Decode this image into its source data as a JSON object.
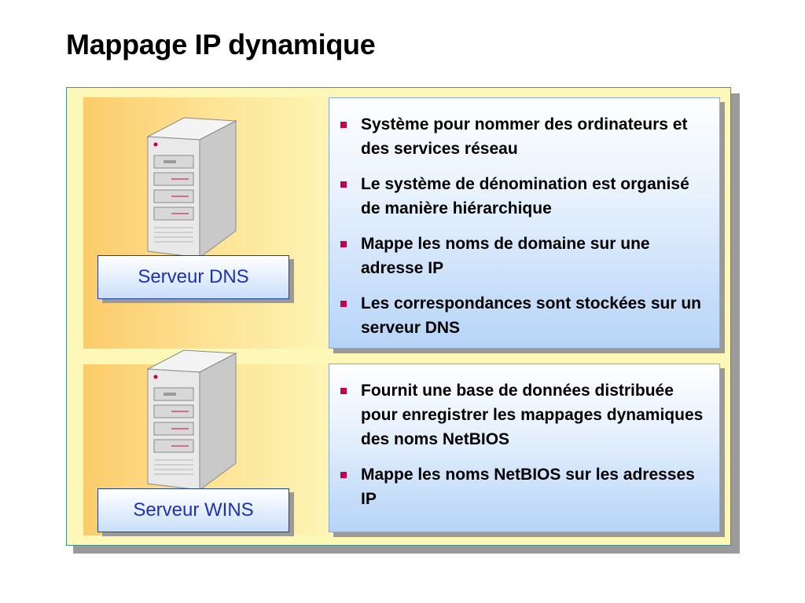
{
  "title": "Mappage IP dynamique",
  "dns": {
    "label": "Serveur DNS",
    "icon": "server-tower-icon",
    "bullets": [
      "Système pour nommer des ordinateurs et des services réseau",
      "Le système de dénomination est organisé de manière hiérarchique",
      "Mappe les noms de domaine sur une adresse IP",
      "Les correspondances sont stockées sur un serveur DNS"
    ]
  },
  "wins": {
    "label": "Serveur WINS",
    "icon": "server-tower-icon",
    "bullets": [
      "Fournit une base de données distribuée pour enregistrer les mappages dynamiques des noms NetBIOS",
      "Mappe les noms NetBIOS sur les adresses IP"
    ]
  },
  "colors": {
    "bullet": "#c3004c",
    "label_text": "#1e31b0",
    "frame_border": "#3f8f8f"
  }
}
